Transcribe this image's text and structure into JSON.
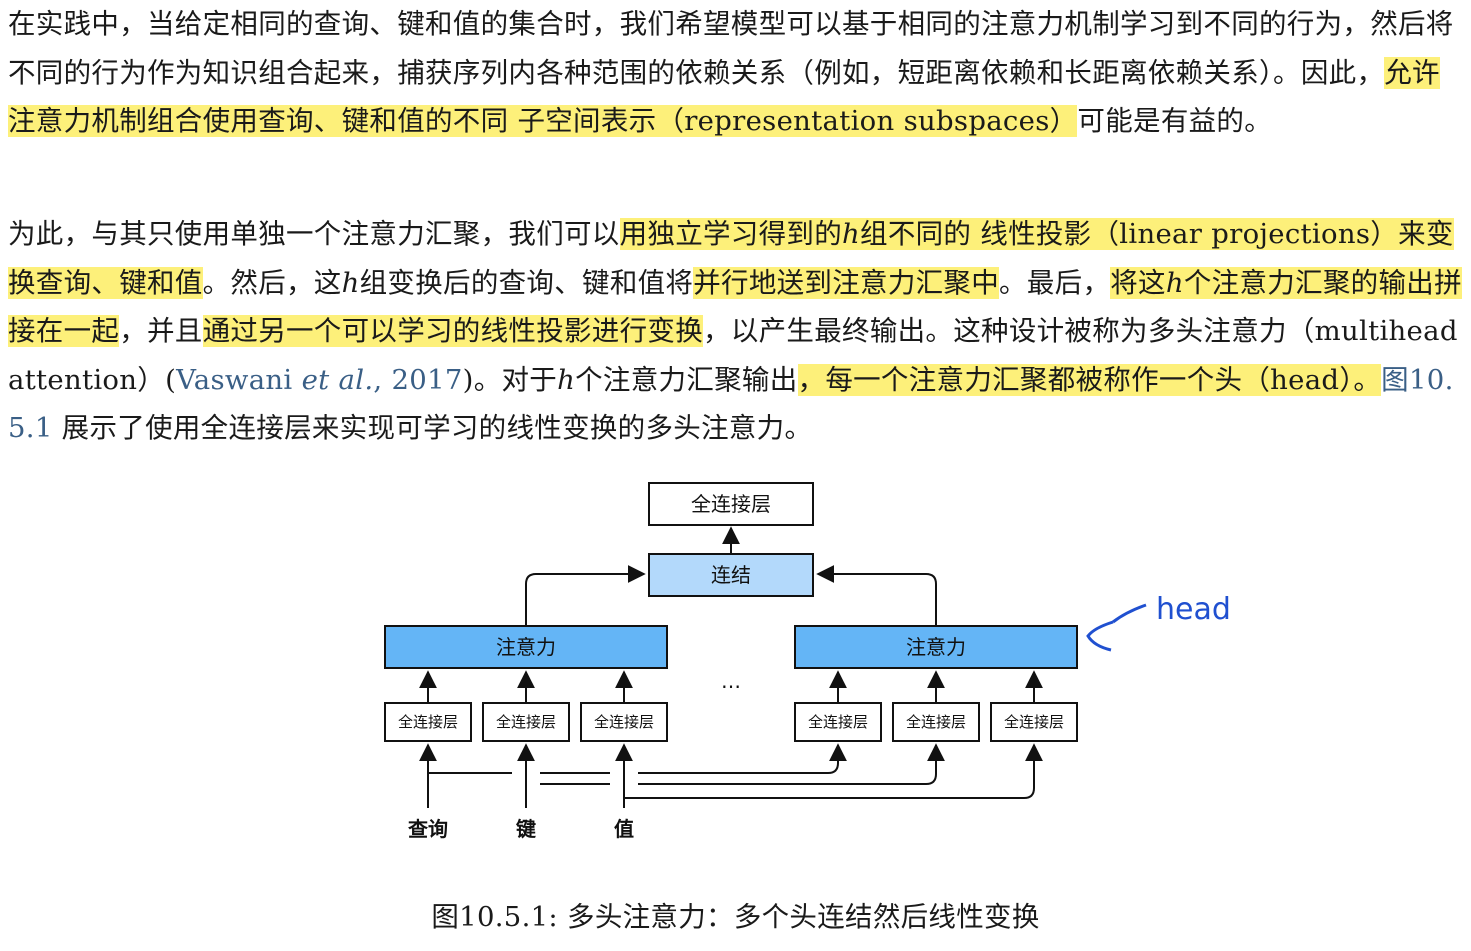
{
  "paragraph1": {
    "text_a": "在实践中，当给定相同的查询、键和值的集合时，我们希望模型可以基于相同的注意力机制学习到不同的行为，然后将不同的行为作为知识组合起来，捕获序列内各种范围的依赖关系（例如，短距离依赖和长距离依赖关系）。因此，",
    "highlight_a": "允许注意力机制组合使用查询、键和值的不同 子空间表示（representation subspaces）",
    "text_b": "可能是有益的。"
  },
  "paragraph2": {
    "text_a": "为此，与其只使用单独一个注意力汇聚，我们可以",
    "highlight_a1": "用独立学习得到的",
    "h1": "h",
    "highlight_a2": "组不同的 线性投影（linear projections）来变换查询、键和值",
    "text_b1": "。然后，这",
    "h2": "h",
    "text_b2": "组变换后的查询、键和值将",
    "highlight_b": "并行地送到注意力汇聚中",
    "text_c": "。最后，",
    "highlight_c1": "将这",
    "h3": "h",
    "highlight_c2": "个注意力汇聚的输出拼接在一起",
    "text_d": "，并且",
    "highlight_d": "通过另一个可以学习的线性投影进行变换",
    "text_e": "，以产生最终输出。这种设计被称为多头注意力（multihead attention）(",
    "cite_author": "Vaswani ",
    "cite_etal": "et al.",
    "cite_year": ", 2017",
    "text_f1": ")。对于",
    "h4": "h",
    "text_f2": "个注意力汇聚输出",
    "highlight_f": "，每一个注意力汇聚都被称作一个头（head）。",
    "fig_ref": "图10.5.1",
    "text_g": " 展示了使用全连接层来实现可学习的线性变换的多头注意力。"
  },
  "figure": {
    "top_fc": "全连接层",
    "concat": "连结",
    "attention_left": "注意力",
    "attention_right": "注意力",
    "ellipsis": "…",
    "fc_small": [
      "全连接层",
      "全连接层",
      "全连接层",
      "全连接层",
      "全连接层",
      "全连接层"
    ],
    "inputs": [
      "查询",
      "键",
      "值"
    ],
    "head_annotation": "head",
    "colors": {
      "attention_fill": "#64b5f6",
      "concat_fill": "#b3d9fb",
      "head_annotation": "#2050d0",
      "highlight": "#fdf07a"
    }
  },
  "caption": "图10.5.1: 多头注意力：多个头连结然后线性变换"
}
